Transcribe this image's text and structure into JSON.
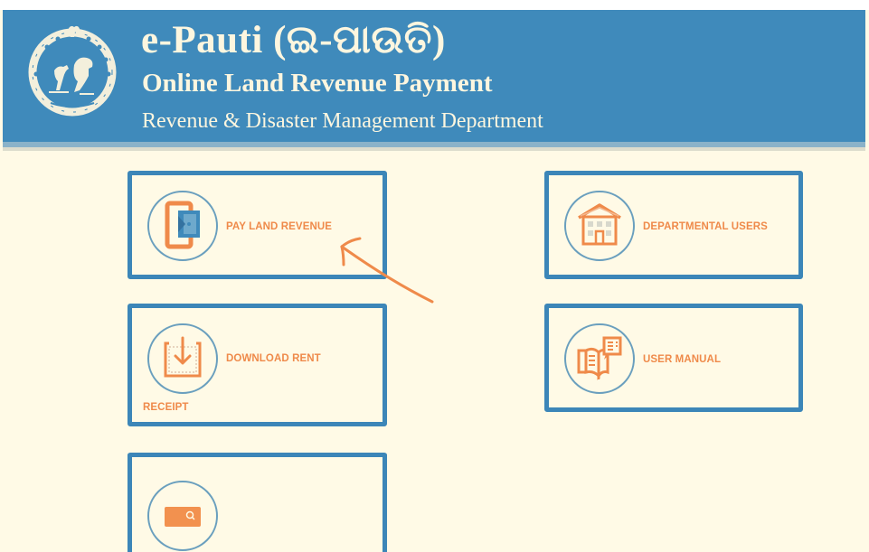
{
  "header": {
    "title": "e-Pauti (ଇ-ପାଉତି)",
    "subtitle": "Online Land Revenue Payment",
    "department": "Revenue & Disaster Management Department",
    "logo_icon": "odisha-emblem-icon",
    "background_color": "#3f8abb",
    "text_color": "#fdf6df"
  },
  "cards": [
    {
      "label": "PAY LAND REVENUE",
      "icon": "mobile-payment-icon"
    },
    {
      "label": "DEPARTMENTAL USERS",
      "icon": "building-icon"
    },
    {
      "label": "DOWNLOAD RENT",
      "label_line2": "RECEIPT",
      "icon": "download-icon"
    },
    {
      "label": "USER MANUAL",
      "icon": "manual-book-icon"
    },
    {
      "label": "",
      "icon": "search-card-icon"
    }
  ],
  "annotation": {
    "type": "arrow",
    "points_to": "PAY LAND REVENUE",
    "color": "#ef8a4a"
  },
  "colors": {
    "page_background": "#fffae6",
    "card_border": "#3c86b8",
    "accent_orange": "#ef8a4a",
    "icon_circle": "#6a9fbe"
  }
}
